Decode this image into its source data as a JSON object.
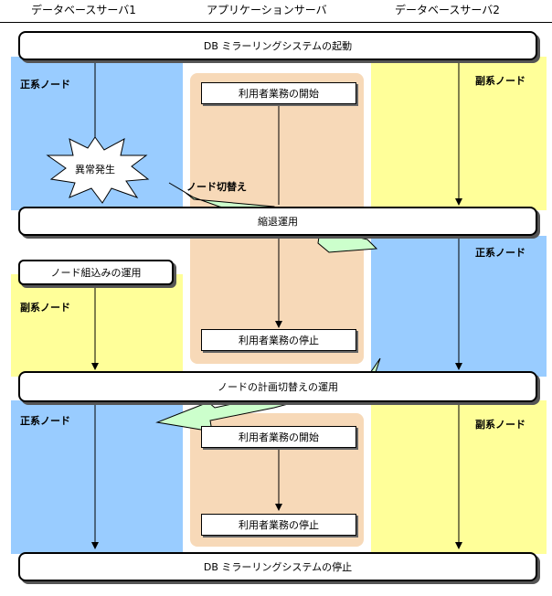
{
  "columns": {
    "left": "データベースサーバ1",
    "center": "アプリケーションサーバ",
    "right": "データベースサーバ2"
  },
  "colors": {
    "primary_blue": "#99ccff",
    "secondary_yellow": "#ffff99",
    "app_tan": "#f7d9b8",
    "switch_green": "#ccffcc"
  },
  "steps": {
    "start_system": "DB ミラーリングシステムの起動",
    "degraded_op": "縮退運用",
    "planned_switch": "ノードの計画切替えの運用",
    "stop_system": "DB ミラーリングシステムの停止",
    "node_join": "ノード組込みの運用"
  },
  "tasks": {
    "begin_1": "利用者業務の開始",
    "stop_1": "利用者業務の停止",
    "begin_2": "利用者業務の開始",
    "stop_2": "利用者業務の停止"
  },
  "labels": {
    "primary_node": "正系ノード",
    "secondary_node": "副系ノード",
    "fault": "異常発生",
    "node_switch": "ノード切替え"
  }
}
